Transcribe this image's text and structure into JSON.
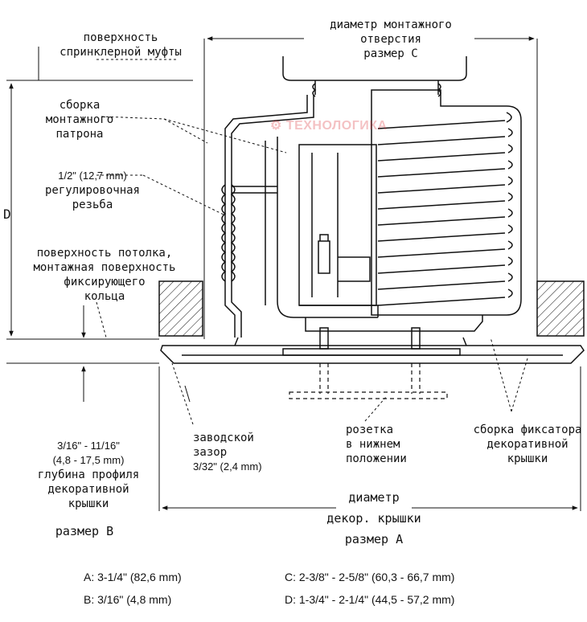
{
  "labels": {
    "coupling_surface": [
      "поверхность",
      "спринклерной муфты"
    ],
    "mount_hole": [
      "диаметр монтажного",
      "отверстия",
      "размер C"
    ],
    "cartridge": [
      "сборка",
      "монтажного",
      "патрона"
    ],
    "thread": [
      "1/2\" (12,7 mm)",
      "регулировочная",
      "резьба"
    ],
    "ceiling": [
      "поверхность потолка,",
      "монтажная поверхность",
      "фиксирующего",
      "кольца"
    ],
    "dim_d": "D",
    "gap": [
      "заводской",
      "зазор",
      "3/32\" (2,4 mm)"
    ],
    "rosette": [
      "розетка",
      "в нижнем",
      "положении"
    ],
    "retainer": [
      "сборка фиксатора",
      "декоративной",
      "крышки"
    ],
    "depth": [
      "3/16\" - 11/16\"",
      "(4,8 - 17,5 mm)",
      "глубина профиля",
      "декоративной",
      "крышки"
    ],
    "size_b": "размер B",
    "cover_dia": [
      "диаметр",
      "декор. крышки",
      "размер A"
    ]
  },
  "watermark": "ТЕХНОЛОГИКА",
  "watermark_icon": "gear-icon",
  "dimensions": {
    "a": "A: 3-1/4\" (82,6 mm)",
    "b": "B: 3/16\" (4,8 mm)",
    "c": "C: 2-3/8\" - 2-5/8\" (60,3 - 66,7 mm)",
    "d": "D: 1-3/4\" - 2-1/4\" (44,5 - 57,2 mm)"
  },
  "colors": {
    "line": "#111111",
    "watermark": "#d9262b"
  }
}
